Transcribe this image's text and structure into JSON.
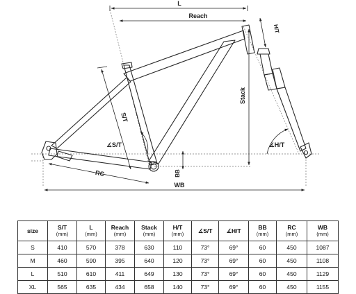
{
  "diagram": {
    "labels": {
      "l": "L",
      "reach": "Reach",
      "ht": "H/T",
      "stack": "Stack",
      "st": "S/T",
      "st_angle": "∡S/T",
      "ht_angle": "∡H/T",
      "rc": "RC",
      "bb": "BB",
      "wb": "WB"
    }
  },
  "table": {
    "headers": [
      {
        "label": "size",
        "unit": ""
      },
      {
        "label": "S/T",
        "unit": "(mm)"
      },
      {
        "label": "L",
        "unit": "(mm)"
      },
      {
        "label": "Reach",
        "unit": "(mm)"
      },
      {
        "label": "Stack",
        "unit": "(mm)"
      },
      {
        "label": "H/T",
        "unit": "(mm)"
      },
      {
        "label": "∡S/T",
        "unit": ""
      },
      {
        "label": "∡H/T",
        "unit": ""
      },
      {
        "label": "BB",
        "unit": "(mm)"
      },
      {
        "label": "RC",
        "unit": "(mm)"
      },
      {
        "label": "WB",
        "unit": "(mm)"
      }
    ],
    "rows": [
      [
        "S",
        "410",
        "570",
        "378",
        "630",
        "110",
        "73°",
        "69°",
        "60",
        "450",
        "1087"
      ],
      [
        "M",
        "460",
        "590",
        "395",
        "640",
        "120",
        "73°",
        "69°",
        "60",
        "450",
        "1108"
      ],
      [
        "L",
        "510",
        "610",
        "411",
        "649",
        "130",
        "73°",
        "69°",
        "60",
        "450",
        "1129"
      ],
      [
        "XL",
        "565",
        "635",
        "434",
        "658",
        "140",
        "73°",
        "69°",
        "60",
        "450",
        "1155"
      ]
    ]
  }
}
